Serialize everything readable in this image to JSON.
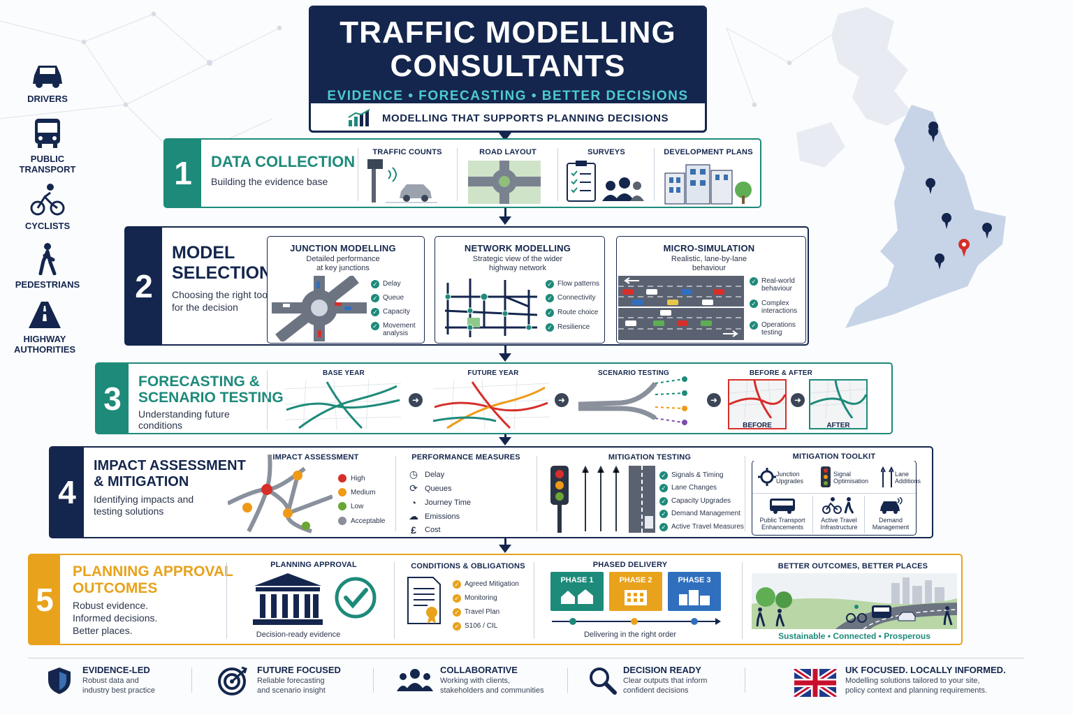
{
  "header": {
    "title_line1": "TRAFFIC MODELLING",
    "title_line2": "CONSULTANTS",
    "subtitle": "EVIDENCE • FORECASTING • BETTER DECISIONS",
    "tagline": "MODELLING THAT SUPPORTS PLANNING DECISIONS"
  },
  "audiences": [
    {
      "label": "DRIVERS",
      "icon": "car-icon"
    },
    {
      "label": "PUBLIC",
      "label2": "TRANSPORT",
      "icon": "bus-icon"
    },
    {
      "label": "CYCLISTS",
      "icon": "cyclist-icon"
    },
    {
      "label": "PEDESTRIANS",
      "icon": "pedestrian-icon"
    },
    {
      "label": "HIGHWAY",
      "label2": "AUTHORITIES",
      "icon": "highway-icon"
    }
  ],
  "steps": {
    "s1": {
      "num": "1",
      "title": "DATA COLLECTION",
      "desc": "Building the evidence base",
      "panels": [
        "TRAFFIC COUNTS",
        "ROAD LAYOUT",
        "SURVEYS",
        "DEVELOPMENT PLANS"
      ]
    },
    "s2": {
      "num": "2",
      "title1": "MODEL",
      "title2": "SELECTION",
      "desc1": "Choosing the right tool",
      "desc2": "for the decision",
      "junction": {
        "title": "JUNCTION MODELLING",
        "sub1": "Detailed performance",
        "sub2": "at key junctions",
        "items": [
          "Delay",
          "Queue",
          "Capacity",
          "Movement",
          "analysis"
        ]
      },
      "network": {
        "title": "NETWORK MODELLING",
        "sub1": "Strategic view of the wider",
        "sub2": "highway network",
        "items": [
          "Flow patterns",
          "Connectivity",
          "Route choice",
          "Resilience"
        ]
      },
      "micro": {
        "title": "MICRO-SIMULATION",
        "sub1": "Realistic, lane-by-lane",
        "sub2": "behaviour",
        "items": [
          "Real-world",
          "behaviour",
          "Complex",
          "interactions",
          "Operations",
          "testing"
        ]
      }
    },
    "s3": {
      "num": "3",
      "title1": "FORECASTING &",
      "title2": "SCENARIO TESTING",
      "desc1": "Understanding future",
      "desc2": "conditions",
      "panels": [
        "BASE YEAR",
        "FUTURE YEAR",
        "SCENARIO TESTING",
        "BEFORE & AFTER"
      ],
      "before": "BEFORE",
      "after": "AFTER"
    },
    "s4": {
      "num": "4",
      "title1": "IMPACT ASSESSMENT",
      "title2": "& MITIGATION",
      "desc1": "Identifying impacts and",
      "desc2": "testing solutions",
      "impact": {
        "title": "IMPACT ASSESSMENT",
        "legend": [
          {
            "label": "High",
            "color": "#d62f2a"
          },
          {
            "label": "Medium",
            "color": "#ef9a17"
          },
          {
            "label": "Low",
            "color": "#6aa632"
          },
          {
            "label": "Acceptable",
            "color": "#8a8f99"
          }
        ]
      },
      "performance": {
        "title": "PERFORMANCE MEASURES",
        "items": [
          "Delay",
          "Queues",
          "Journey Time",
          "Emissions",
          "Cost"
        ]
      },
      "mitigation": {
        "title": "MITIGATION TESTING",
        "items": [
          "Signals & Timing",
          "Lane Changes",
          "Capacity Upgrades",
          "Demand Management",
          "Active Travel Measures"
        ]
      },
      "toolkit": {
        "title": "MITIGATION TOOLKIT",
        "row1": [
          "Junction",
          "Upgrades",
          "Signal",
          "Optimisation",
          "Lane",
          "Additions"
        ],
        "row2": [
          "Public Transport",
          "Enhancements",
          "Active Travel",
          "Infrastructure",
          "Demand",
          "Management"
        ]
      }
    },
    "s5": {
      "num": "5",
      "title1": "PLANNING APPROVAL",
      "title2": "OUTCOMES",
      "desc1": "Robust evidence.",
      "desc2": "Informed decisions.",
      "desc3": "Better places.",
      "approval": {
        "title": "PLANNING APPROVAL",
        "caption": "Decision-ready evidence"
      },
      "conditions": {
        "title": "CONDITIONS & OBLIGATIONS",
        "items": [
          "Agreed Mitigation",
          "Monitoring",
          "Travel Plan",
          "S106 / CIL"
        ]
      },
      "phased": {
        "title": "PHASED DELIVERY",
        "phases": [
          "PHASE 1",
          "PHASE 2",
          "PHASE 3"
        ],
        "caption": "Delivering in the right order"
      },
      "outcomes": {
        "title": "BETTER OUTCOMES, BETTER PLACES",
        "caption": "Sustainable • Connected • Prosperous"
      }
    }
  },
  "features": [
    {
      "title": "EVIDENCE-LED",
      "d1": "Robust data and",
      "d2": "industry best practice"
    },
    {
      "title": "FUTURE FOCUSED",
      "d1": "Reliable forecasting",
      "d2": "and scenario insight"
    },
    {
      "title": "COLLABORATIVE",
      "d1": "Working with clients,",
      "d2": "stakeholders and communities"
    },
    {
      "title": "DECISION READY",
      "d1": "Clear outputs that inform",
      "d2": "confident decisions"
    },
    {
      "title": "UK FOCUSED.  LOCALLY INFORMED.",
      "d1": "Modelling solutions tailored to your site,",
      "d2": "policy context and planning requirements."
    }
  ],
  "colors": {
    "navy": "#14264d",
    "teal": "#1d8a7a",
    "gold": "#e8a21b",
    "map": "#c7d4e8"
  }
}
